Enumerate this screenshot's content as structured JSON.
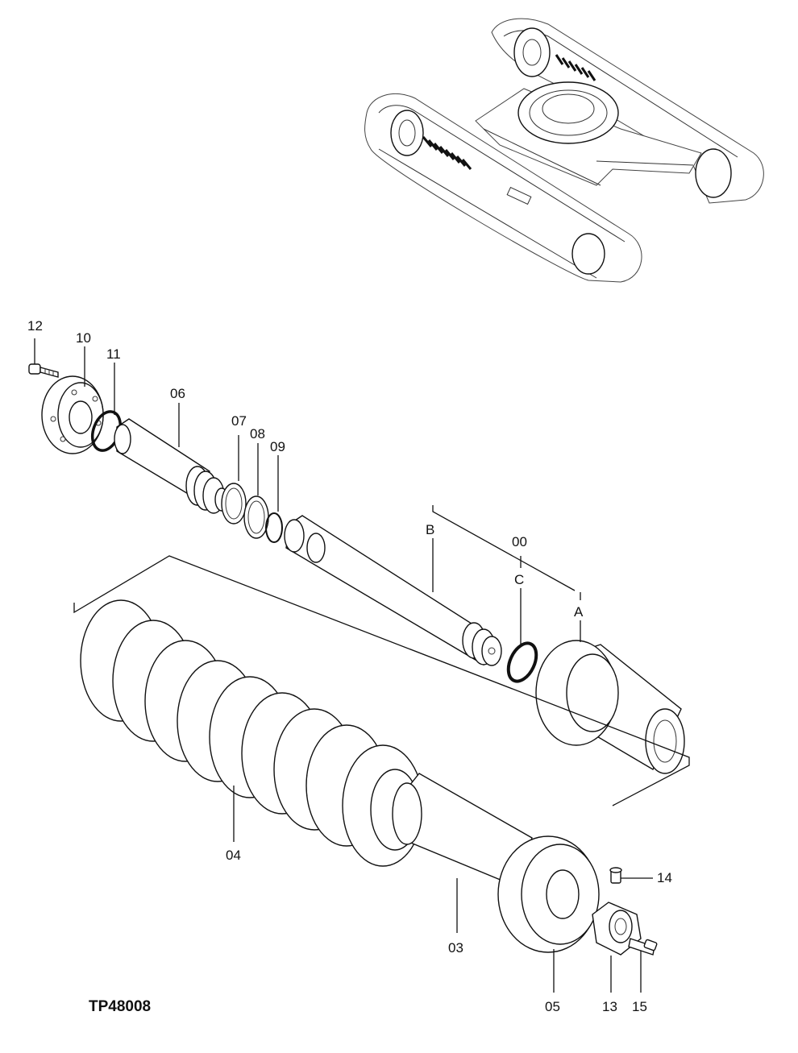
{
  "drawing_code": "TP48008",
  "callouts": {
    "p00": "00",
    "p03": "03",
    "p04": "04",
    "p05": "05",
    "p06": "06",
    "p07": "07",
    "p08": "08",
    "p09": "09",
    "p10": "10",
    "p11": "11",
    "p12": "12",
    "p13": "13",
    "p14": "14",
    "p15": "15",
    "A": "A",
    "B": "B",
    "C": "C"
  },
  "colors": {
    "line": "#111111",
    "background": "#ffffff"
  },
  "icons": [
    "undercarriage-icon",
    "track-adjuster-cylinder-icon",
    "recoil-spring-icon"
  ]
}
